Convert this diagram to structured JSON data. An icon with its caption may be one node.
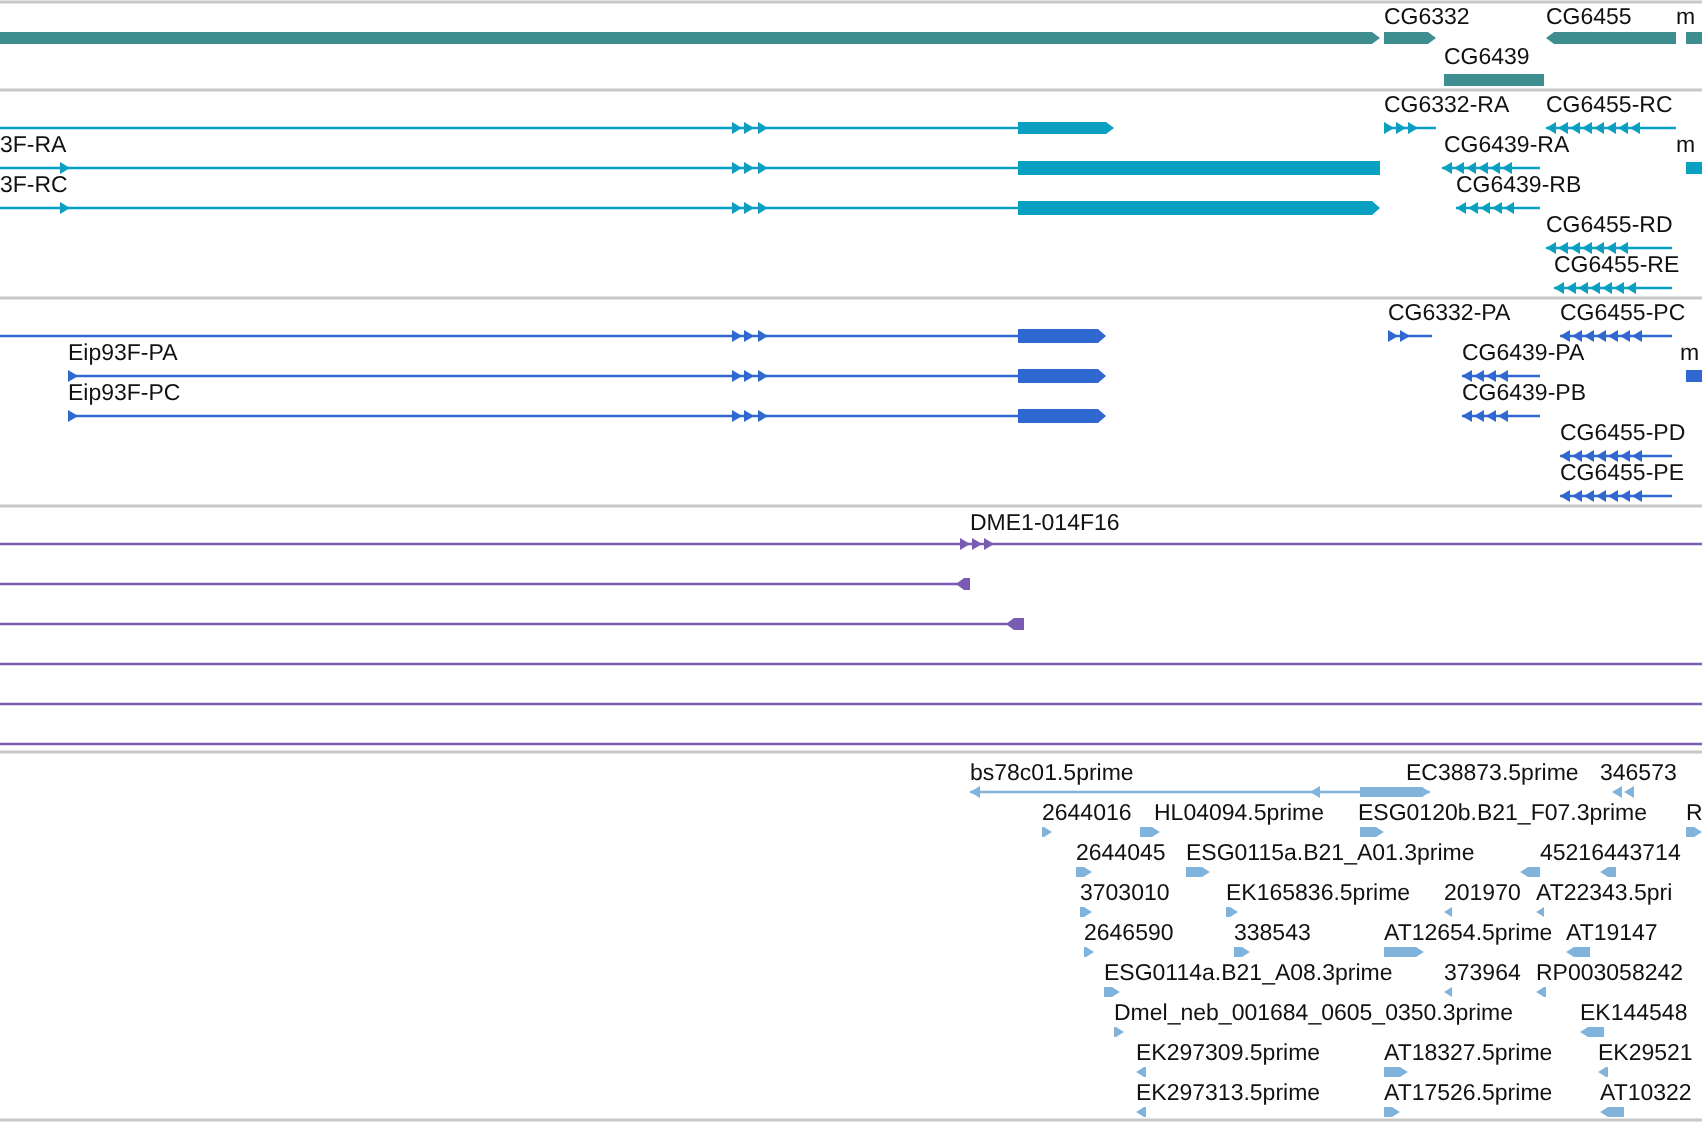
{
  "diagram": {
    "labels": [
      "CG6332",
      "CG6455",
      "m",
      "CG6439",
      "CG6332-RA",
      "CG6455-RC",
      "3F-RA",
      "CG6439-RA",
      "m",
      "3F-RC",
      "CG6439-RB",
      "CG6455-RD",
      "CG6455-RE",
      "CG6332-PA",
      "CG6455-PC",
      "Eip93F-PA",
      "CG6439-PA",
      "m",
      "Eip93F-PC",
      "CG6439-PB",
      "CG6455-PD",
      "CG6455-PE",
      "DME1-014F16",
      "bs78c01.5prime",
      "EC38873.5prime",
      "346573",
      "2644016",
      "HL04094.5prime",
      "ESG0120b.B21_F07.3prime",
      "R",
      "2644045",
      "ESG0115a.B21_A01.3prime",
      "45216443714",
      "3703010",
      "EK165836.5prime",
      "201970",
      "AT22343.5pri",
      "2646590",
      "338543",
      "AT12654.5prime",
      "AT19147",
      "ESG0114a.B21_A08.3prime",
      "373964",
      "RP003058242",
      "Dmel_neb_001684_0605_0350.3prime",
      "EK144548",
      "EK297309.5prime",
      "AT18327.5prime",
      "EK29521",
      "EK297313.5prime",
      "AT17526.5prime",
      "AT10322"
    ]
  }
}
